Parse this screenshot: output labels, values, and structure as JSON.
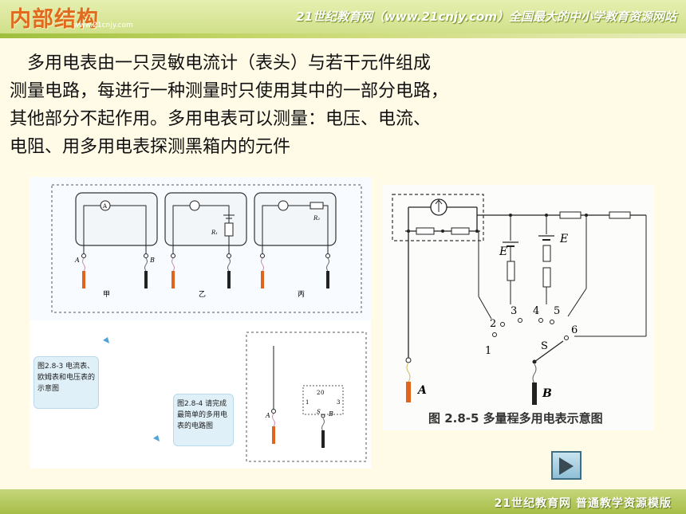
{
  "header": {
    "title": "内部结构",
    "title_url": "www.21cnjy.com",
    "site_banner": "21世纪教育网（www.21cnjy.com）全国最大的中小学教育资源网站"
  },
  "body": {
    "lines": [
      "多用电表由一只灵敏电流计（表头）与若干元件组成",
      "测量电路，每进行一种测量时只使用其中的一部分电路，",
      "其他部分不起作用。多用电表可以测量：电压、电流、",
      "电阻、用多用电表探测黑箱内的元件"
    ]
  },
  "figure_left": {
    "meter_symbol": "A",
    "resistor_label_yi": "R₁",
    "resistor_label_bing": "R₂",
    "probe_a": "A",
    "probe_b": "B",
    "panel_labels": [
      "甲",
      "乙",
      "丙"
    ],
    "caption_283": [
      "图2.8-3  电流表、",
      "欧姆表和电压表的",
      "示意图"
    ],
    "caption_284": [
      "图2.8-4  请完成",
      "最简单的多用电",
      "表的电路图"
    ],
    "switch_labels": [
      "1",
      "2",
      "0",
      "3"
    ],
    "switch_s": "S"
  },
  "figure_right": {
    "caption": "图 2.8-5  多量程多用电表示意图",
    "e_label": "E",
    "switch_s": "S",
    "terminals": [
      "1",
      "2",
      "3",
      "4",
      "5",
      "6"
    ],
    "probe_a": "A",
    "probe_b": "B"
  },
  "footer": {
    "text": "21世纪教育网    普通教学资源模版"
  },
  "colors": {
    "header_green": "#d0e08a",
    "title_orange": "#e06a1e",
    "background": "#fffbe6",
    "probe_red": "#e0641c"
  }
}
